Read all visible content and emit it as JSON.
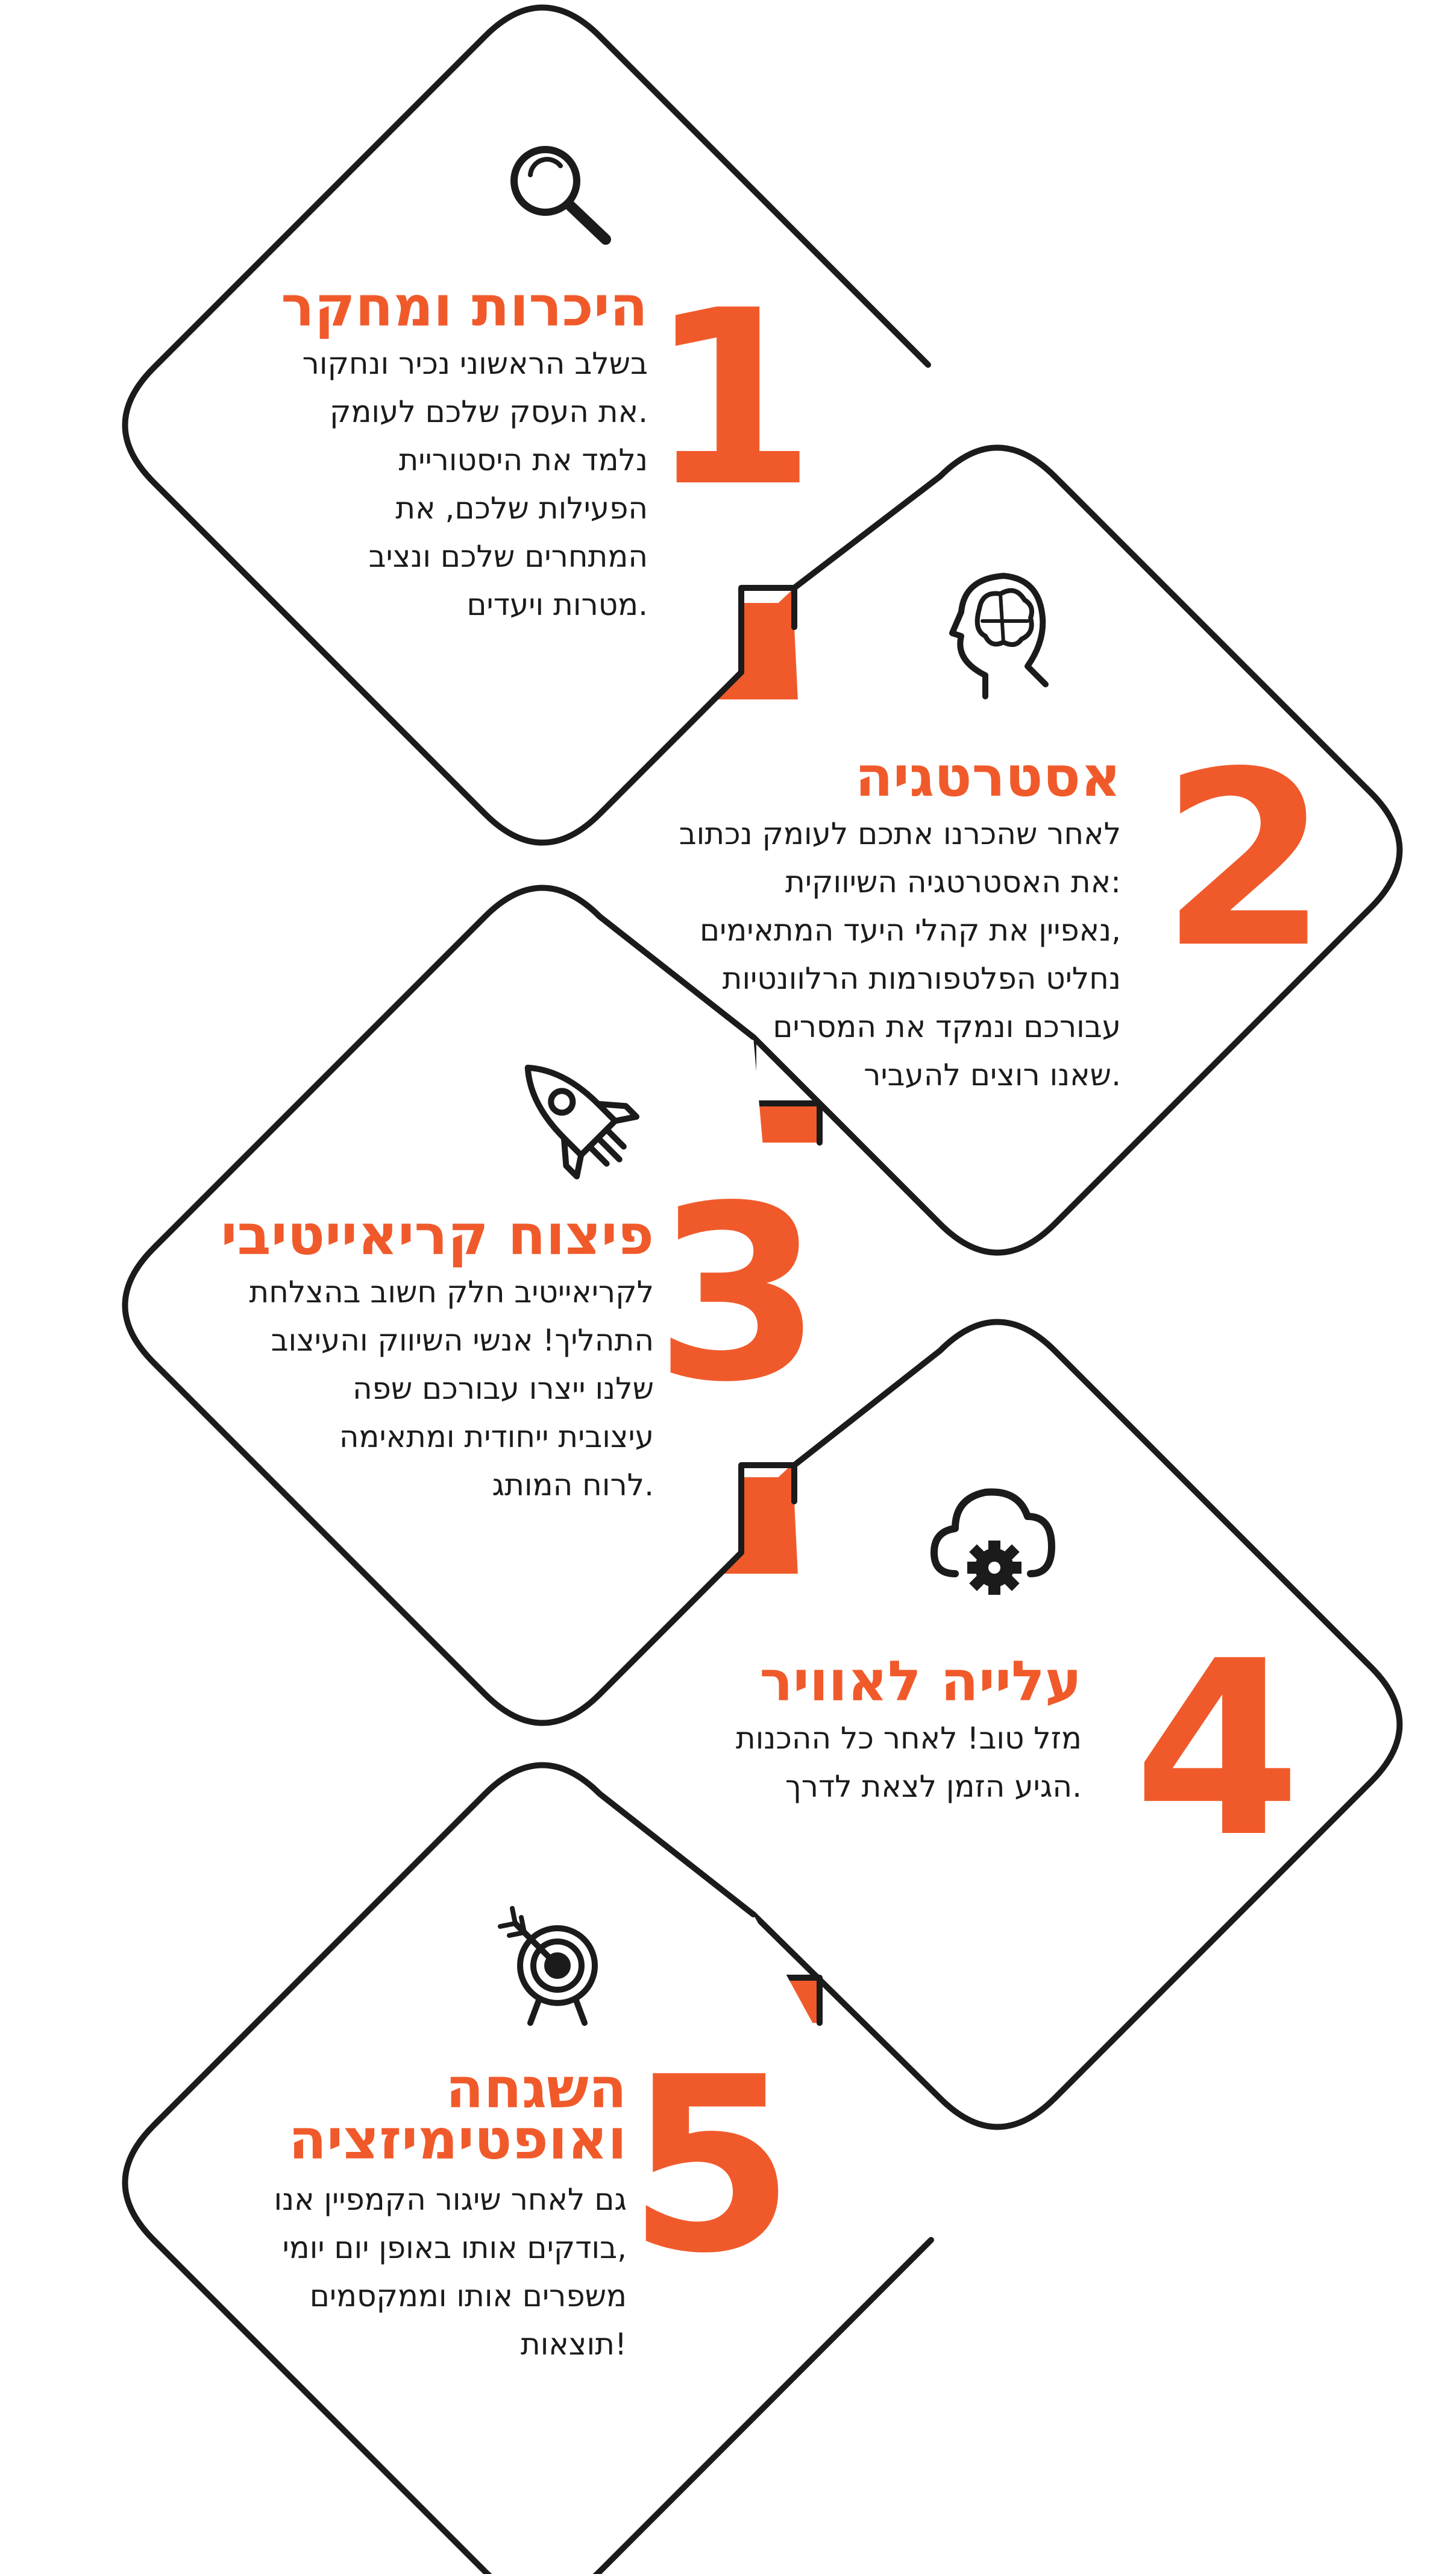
{
  "colors": {
    "accent": "#f05a2b",
    "outline": "#1b1b1b",
    "background": "#ffffff",
    "text": "#1b1b1b"
  },
  "steps": [
    {
      "number": "1",
      "icon": "magnifier-icon",
      "title": "היכרות ומחקר",
      "lines": [
        "בשלב הראשוני נכיר ונחקור",
        "את העסק שלכם לעומק.",
        "נלמד את היסטוריית",
        "הפעילות שלכם, את",
        "המתחרים שלכם ונציב",
        "מטרות ויעדים."
      ]
    },
    {
      "number": "2",
      "icon": "brain-head-icon",
      "title": "אסטרטגיה",
      "lines": [
        "לאחר שהכרנו אתכם לעומק נכתוב",
        "את האסטרטגיה השיווקית:",
        "נאפיין את קהלי היעד המתאימים,",
        "נחליט הפלטפורמות הרלוונטיות",
        "עבורכם ונמקד את המסרים",
        "שאנו רוצים להעביר."
      ]
    },
    {
      "number": "3",
      "icon": "rocket-icon",
      "title": "פיצוח קריאייטיבי",
      "lines": [
        "לקריאייטיב חלק חשוב בהצלחת",
        "התהליך! אנשי השיווק והעיצוב",
        "שלנו ייצרו עבורכם שפה",
        "עיצובית ייחודית ומתאימה",
        "לרוח המותג."
      ]
    },
    {
      "number": "4",
      "icon": "cloud-gear-icon",
      "title": "עלייה לאוויר",
      "lines": [
        "מזל טוב! לאחר כל ההכנות",
        "הגיע הזמן לצאת לדרך."
      ]
    },
    {
      "number": "5",
      "icon": "target-arrow-icon",
      "title_lines": [
        "השגחה",
        "ואופטימיזציה"
      ],
      "lines": [
        "גם לאחר שיגור הקמפיין אנו",
        "בודקים אותו באופן יום יומי,",
        "משפרים אותו וממקסמים",
        "תוצאות!"
      ]
    }
  ]
}
